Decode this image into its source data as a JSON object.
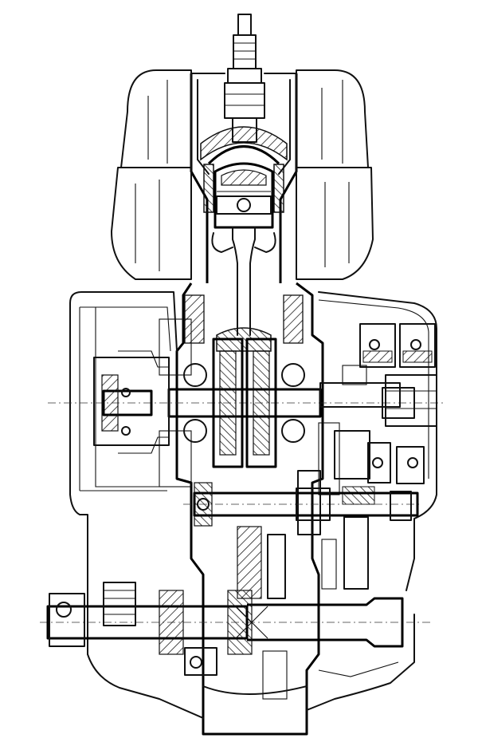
{
  "colors": {
    "ink": "#111111",
    "paper": "#ffffff"
  },
  "figure": {
    "kind": "engine cross-section line drawing",
    "parts": [
      "spark-plug",
      "cylinder-head",
      "cooling-fins",
      "piston",
      "connecting-rod",
      "crankcase",
      "crankshaft",
      "magneto-flywheel",
      "clutch",
      "gearbox",
      "layshaft",
      "output-shaft",
      "drive-pulley"
    ]
  }
}
